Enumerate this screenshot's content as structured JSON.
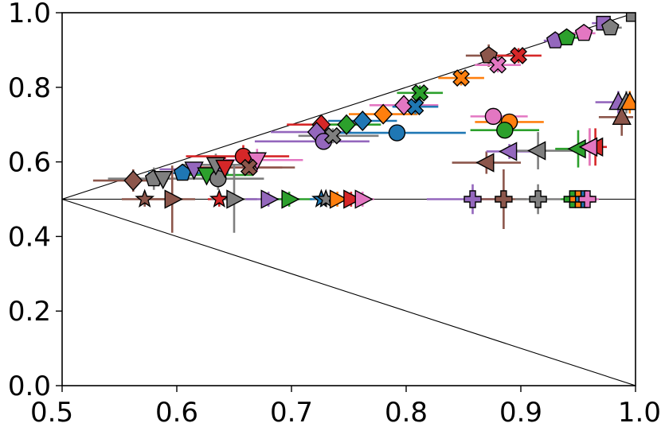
{
  "chart_data": {
    "type": "scatter",
    "title": "",
    "xlabel": "",
    "ylabel": "",
    "xlim": [
      0.5,
      1.0
    ],
    "ylim": [
      0.0,
      1.0
    ],
    "xticks": [
      "0.5",
      "0.6",
      "0.7",
      "0.8",
      "0.9",
      "1.0"
    ],
    "yticks": [
      "0.0",
      "0.2",
      "0.4",
      "0.6",
      "0.8",
      "1.0"
    ],
    "grid": false,
    "legend": "none",
    "reference_lines": [
      {
        "from": [
          0.5,
          0.5
        ],
        "to": [
          1.0,
          1.0
        ]
      },
      {
        "from": [
          0.5,
          0.5
        ],
        "to": [
          1.0,
          0.5
        ]
      },
      {
        "from": [
          0.5,
          0.5
        ],
        "to": [
          1.0,
          0.0
        ]
      }
    ],
    "colors": {
      "blue": "#1f77b4",
      "orange": "#ff7f0e",
      "green": "#2ca02c",
      "red": "#d62728",
      "purple": "#9467bd",
      "brown": "#8c564b",
      "pink": "#e377c2",
      "gray": "#7f7f7f"
    },
    "points": [
      {
        "x": 0.562,
        "y": 0.55,
        "marker": "D",
        "color": "brown",
        "xerr": [
          0.035,
          0.03
        ],
        "yerr": [
          0.03,
          0.03
        ]
      },
      {
        "x": 0.58,
        "y": 0.555,
        "marker": "p",
        "color": "gray",
        "xerr": [
          0.04,
          0.05
        ],
        "yerr": [
          0.03,
          0.03
        ]
      },
      {
        "x": 0.588,
        "y": 0.555,
        "marker": "v",
        "color": "gray",
        "xerr": [
          0.03,
          0.03
        ],
        "yerr": [
          0.02,
          0.02
        ]
      },
      {
        "x": 0.605,
        "y": 0.57,
        "marker": "p",
        "color": "blue",
        "xerr": [
          0.03,
          0.04
        ],
        "yerr": [
          0.02,
          0.02
        ]
      },
      {
        "x": 0.615,
        "y": 0.58,
        "marker": "v",
        "color": "purple",
        "xerr": [
          0.03,
          0.03
        ],
        "yerr": [
          0.02,
          0.02
        ]
      },
      {
        "x": 0.626,
        "y": 0.565,
        "marker": "v",
        "color": "green",
        "xerr": [
          0.02,
          0.04
        ],
        "yerr": [
          0.02,
          0.02
        ]
      },
      {
        "x": 0.636,
        "y": 0.555,
        "marker": "o",
        "color": "gray",
        "xerr": [
          0.03,
          0.04
        ],
        "yerr": [
          0.03,
          0.03
        ]
      },
      {
        "x": 0.634,
        "y": 0.592,
        "marker": "v",
        "color": "gray",
        "xerr": [
          0.03,
          0.03
        ],
        "yerr": [
          0.03,
          0.03
        ]
      },
      {
        "x": 0.642,
        "y": 0.585,
        "marker": "v",
        "color": "red",
        "xerr": [
          0.03,
          0.05
        ],
        "yerr": [
          0.03,
          0.03
        ]
      },
      {
        "x": 0.658,
        "y": 0.615,
        "marker": "o",
        "color": "red",
        "xerr": [
          0.05,
          0.04
        ],
        "yerr": [
          0.03,
          0.03
        ]
      },
      {
        "x": 0.67,
        "y": 0.605,
        "marker": "v",
        "color": "pink",
        "xerr": [
          0.04,
          0.04
        ],
        "yerr": [
          0.03,
          0.03
        ]
      },
      {
        "x": 0.663,
        "y": 0.585,
        "marker": "X",
        "color": "brown",
        "xerr": [
          0.04,
          0.04
        ],
        "yerr": [
          0.02,
          0.02
        ]
      },
      {
        "x": 0.726,
        "y": 0.7,
        "marker": "D",
        "color": "red",
        "xerr": [
          0.03,
          0.03
        ],
        "yerr": [
          0.02,
          0.02
        ]
      },
      {
        "x": 0.722,
        "y": 0.68,
        "marker": "D",
        "color": "purple",
        "xerr": [
          0.04,
          0.03
        ],
        "yerr": [
          0.02,
          0.02
        ]
      },
      {
        "x": 0.728,
        "y": 0.655,
        "marker": "o",
        "color": "purple",
        "xerr": [
          0.06,
          0.04
        ],
        "yerr": [
          0.02,
          0.02
        ]
      },
      {
        "x": 0.736,
        "y": 0.67,
        "marker": "X",
        "color": "gray",
        "xerr": [
          0.03,
          0.04
        ],
        "yerr": [
          0.02,
          0.02
        ]
      },
      {
        "x": 0.748,
        "y": 0.7,
        "marker": "D",
        "color": "green",
        "xerr": [
          0.03,
          0.03
        ],
        "yerr": [
          0.02,
          0.02
        ]
      },
      {
        "x": 0.762,
        "y": 0.71,
        "marker": "D",
        "color": "blue",
        "xerr": [
          0.03,
          0.03
        ],
        "yerr": [
          0.02,
          0.02
        ]
      },
      {
        "x": 0.78,
        "y": 0.728,
        "marker": "D",
        "color": "orange",
        "xerr": [
          0.03,
          0.03
        ],
        "yerr": [
          0.02,
          0.02
        ]
      },
      {
        "x": 0.792,
        "y": 0.678,
        "marker": "o",
        "color": "blue",
        "xerr": [
          0.06,
          0.06
        ],
        "yerr": [
          0.02,
          0.02
        ]
      },
      {
        "x": 0.798,
        "y": 0.752,
        "marker": "D",
        "color": "pink",
        "xerr": [
          0.03,
          0.03
        ],
        "yerr": [
          0.02,
          0.02
        ]
      },
      {
        "x": 0.808,
        "y": 0.748,
        "marker": "X",
        "color": "blue",
        "xerr": [
          0.02,
          0.02
        ],
        "yerr": [
          0.02,
          0.02
        ]
      },
      {
        "x": 0.812,
        "y": 0.785,
        "marker": "X",
        "color": "green",
        "xerr": [
          0.02,
          0.02
        ],
        "yerr": [
          0.02,
          0.02
        ]
      },
      {
        "x": 0.848,
        "y": 0.825,
        "marker": "X",
        "color": "orange",
        "xerr": [
          0.02,
          0.02
        ],
        "yerr": [
          0.02,
          0.02
        ]
      },
      {
        "x": 0.872,
        "y": 0.885,
        "marker": "p",
        "color": "brown",
        "xerr": [
          0.02,
          0.02
        ],
        "yerr": [
          0.03,
          0.03
        ]
      },
      {
        "x": 0.88,
        "y": 0.86,
        "marker": "X",
        "color": "pink",
        "xerr": [
          0.02,
          0.02
        ],
        "yerr": [
          0.02,
          0.02
        ]
      },
      {
        "x": 0.898,
        "y": 0.885,
        "marker": "X",
        "color": "red",
        "xerr": [
          0.02,
          0.02
        ],
        "yerr": [
          0.02,
          0.02
        ]
      },
      {
        "x": 0.93,
        "y": 0.925,
        "marker": "p",
        "color": "purple",
        "xerr": [
          0.01,
          0.01
        ],
        "yerr": [
          0.01,
          0.01
        ]
      },
      {
        "x": 0.94,
        "y": 0.933,
        "marker": "p",
        "color": "green",
        "xerr": [
          0.01,
          0.01
        ],
        "yerr": [
          0.01,
          0.01
        ]
      },
      {
        "x": 0.955,
        "y": 0.945,
        "marker": "p",
        "color": "pink",
        "xerr": [
          0.01,
          0.01
        ],
        "yerr": [
          0.01,
          0.01
        ]
      },
      {
        "x": 0.972,
        "y": 0.972,
        "marker": "s",
        "color": "purple",
        "xerr": [
          0.01,
          0.01
        ],
        "yerr": [
          0.01,
          0.01
        ]
      },
      {
        "x": 0.978,
        "y": 0.96,
        "marker": "p",
        "color": "gray",
        "xerr": [
          0.01,
          0.01
        ],
        "yerr": [
          0.01,
          0.01
        ]
      },
      {
        "x": 0.998,
        "y": 0.995,
        "marker": "s",
        "color": "gray",
        "xerr": [
          0.005,
          0.002
        ],
        "yerr": [
          0.005,
          0.003
        ]
      },
      {
        "x": 0.876,
        "y": 0.722,
        "marker": "o",
        "color": "pink",
        "xerr": [
          0.02,
          0.03
        ],
        "yerr": [
          0.02,
          0.02
        ]
      },
      {
        "x": 0.89,
        "y": 0.707,
        "marker": "o",
        "color": "orange",
        "xerr": [
          0.03,
          0.03
        ],
        "yerr": [
          0.02,
          0.02
        ]
      },
      {
        "x": 0.886,
        "y": 0.685,
        "marker": "o",
        "color": "green",
        "xerr": [
          0.03,
          0.03
        ],
        "yerr": [
          0.02,
          0.02
        ]
      },
      {
        "x": 0.87,
        "y": 0.598,
        "marker": "<",
        "color": "brown",
        "xerr": [
          0.03,
          0.03
        ],
        "yerr": [
          0.03,
          0.03
        ]
      },
      {
        "x": 0.89,
        "y": 0.628,
        "marker": "<",
        "color": "purple",
        "xerr": [
          0.02,
          0.02
        ],
        "yerr": [
          0.02,
          0.02
        ]
      },
      {
        "x": 0.915,
        "y": 0.63,
        "marker": "<",
        "color": "gray",
        "xerr": [
          0.03,
          0.03
        ],
        "yerr": [
          0.05,
          0.05
        ]
      },
      {
        "x": 0.95,
        "y": 0.635,
        "marker": "<",
        "color": "green",
        "xerr": [
          0.02,
          0.02
        ],
        "yerr": [
          0.05,
          0.05
        ]
      },
      {
        "x": 0.96,
        "y": 0.64,
        "marker": "<",
        "color": "orange",
        "xerr": [
          0.01,
          0.01
        ],
        "yerr": [
          0.05,
          0.05
        ]
      },
      {
        "x": 0.965,
        "y": 0.64,
        "marker": "<",
        "color": "red",
        "xerr": [
          0.01,
          0.01
        ],
        "yerr": [
          0.05,
          0.05
        ]
      },
      {
        "x": 0.96,
        "y": 0.64,
        "marker": "<",
        "color": "pink",
        "xerr": [
          0.01,
          0.01
        ],
        "yerr": [
          0.05,
          0.05
        ]
      },
      {
        "x": 0.985,
        "y": 0.76,
        "marker": "^",
        "color": "purple",
        "xerr": [
          0.02,
          0.01
        ],
        "yerr": [
          0.03,
          0.03
        ]
      },
      {
        "x": 0.992,
        "y": 0.76,
        "marker": "^",
        "color": "gray",
        "xerr": [
          0.01,
          0.01
        ],
        "yerr": [
          0.03,
          0.03
        ]
      },
      {
        "x": 0.995,
        "y": 0.76,
        "marker": "^",
        "color": "orange",
        "xerr": [
          0.005,
          0.005
        ],
        "yerr": [
          0.03,
          0.03
        ]
      },
      {
        "x": 0.988,
        "y": 0.72,
        "marker": "^",
        "color": "brown",
        "xerr": [
          0.02,
          0.01
        ],
        "yerr": [
          0.05,
          0.05
        ]
      },
      {
        "x": 0.572,
        "y": 0.5,
        "marker": "*",
        "color": "brown",
        "xerr": [
          0.02,
          0.02
        ],
        "yerr": [
          0.02,
          0.02
        ]
      },
      {
        "x": 0.596,
        "y": 0.5,
        "marker": ">",
        "color": "brown",
        "xerr": [
          0.02,
          0.02
        ],
        "yerr": [
          0.09,
          0.09
        ]
      },
      {
        "x": 0.637,
        "y": 0.5,
        "marker": "*",
        "color": "red",
        "xerr": [
          0.01,
          0.01
        ],
        "yerr": [
          0.02,
          0.02
        ]
      },
      {
        "x": 0.65,
        "y": 0.5,
        "marker": ">",
        "color": "gray",
        "xerr": [
          0.02,
          0.02
        ],
        "yerr": [
          0.09,
          0.09
        ]
      },
      {
        "x": 0.68,
        "y": 0.5,
        "marker": ">",
        "color": "purple",
        "xerr": [
          0.02,
          0.02
        ],
        "yerr": [
          0.02,
          0.02
        ]
      },
      {
        "x": 0.698,
        "y": 0.5,
        "marker": ">",
        "color": "green",
        "xerr": [
          0.02,
          0.02
        ],
        "yerr": [
          0.02,
          0.02
        ]
      },
      {
        "x": 0.726,
        "y": 0.5,
        "marker": "*",
        "color": "blue",
        "xerr": [
          0.01,
          0.01
        ],
        "yerr": [
          0.02,
          0.02
        ]
      },
      {
        "x": 0.73,
        "y": 0.5,
        "marker": "*",
        "color": "gray",
        "xerr": [
          0.01,
          0.01
        ],
        "yerr": [
          0.02,
          0.02
        ]
      },
      {
        "x": 0.74,
        "y": 0.5,
        "marker": ">",
        "color": "orange",
        "xerr": [
          0.01,
          0.01
        ],
        "yerr": [
          0.02,
          0.02
        ]
      },
      {
        "x": 0.752,
        "y": 0.5,
        "marker": ">",
        "color": "red",
        "xerr": [
          0.01,
          0.01
        ],
        "yerr": [
          0.02,
          0.02
        ]
      },
      {
        "x": 0.762,
        "y": 0.5,
        "marker": ">",
        "color": "pink",
        "xerr": [
          0.01,
          0.01
        ],
        "yerr": [
          0.02,
          0.02
        ]
      },
      {
        "x": 0.858,
        "y": 0.5,
        "marker": "P",
        "color": "purple",
        "xerr": [
          0.04,
          0.03
        ],
        "yerr": [
          0.04,
          0.04
        ]
      },
      {
        "x": 0.885,
        "y": 0.5,
        "marker": "P",
        "color": "brown",
        "xerr": [
          0.02,
          0.02
        ],
        "yerr": [
          0.08,
          0.08
        ]
      },
      {
        "x": 0.915,
        "y": 0.5,
        "marker": "P",
        "color": "gray",
        "xerr": [
          0.02,
          0.02
        ],
        "yerr": [
          0.04,
          0.04
        ]
      },
      {
        "x": 0.945,
        "y": 0.5,
        "marker": "P",
        "color": "green",
        "xerr": [
          0.01,
          0.01
        ],
        "yerr": [
          0.02,
          0.02
        ]
      },
      {
        "x": 0.95,
        "y": 0.5,
        "marker": "P",
        "color": "orange",
        "xerr": [
          0.01,
          0.01
        ],
        "yerr": [
          0.02,
          0.02
        ]
      },
      {
        "x": 0.955,
        "y": 0.5,
        "marker": "P",
        "color": "blue",
        "xerr": [
          0.005,
          0.01
        ],
        "yerr": [
          0.02,
          0.02
        ]
      },
      {
        "x": 0.958,
        "y": 0.5,
        "marker": "P",
        "color": "pink",
        "xerr": [
          0.005,
          0.01
        ],
        "yerr": [
          0.02,
          0.02
        ]
      }
    ]
  }
}
